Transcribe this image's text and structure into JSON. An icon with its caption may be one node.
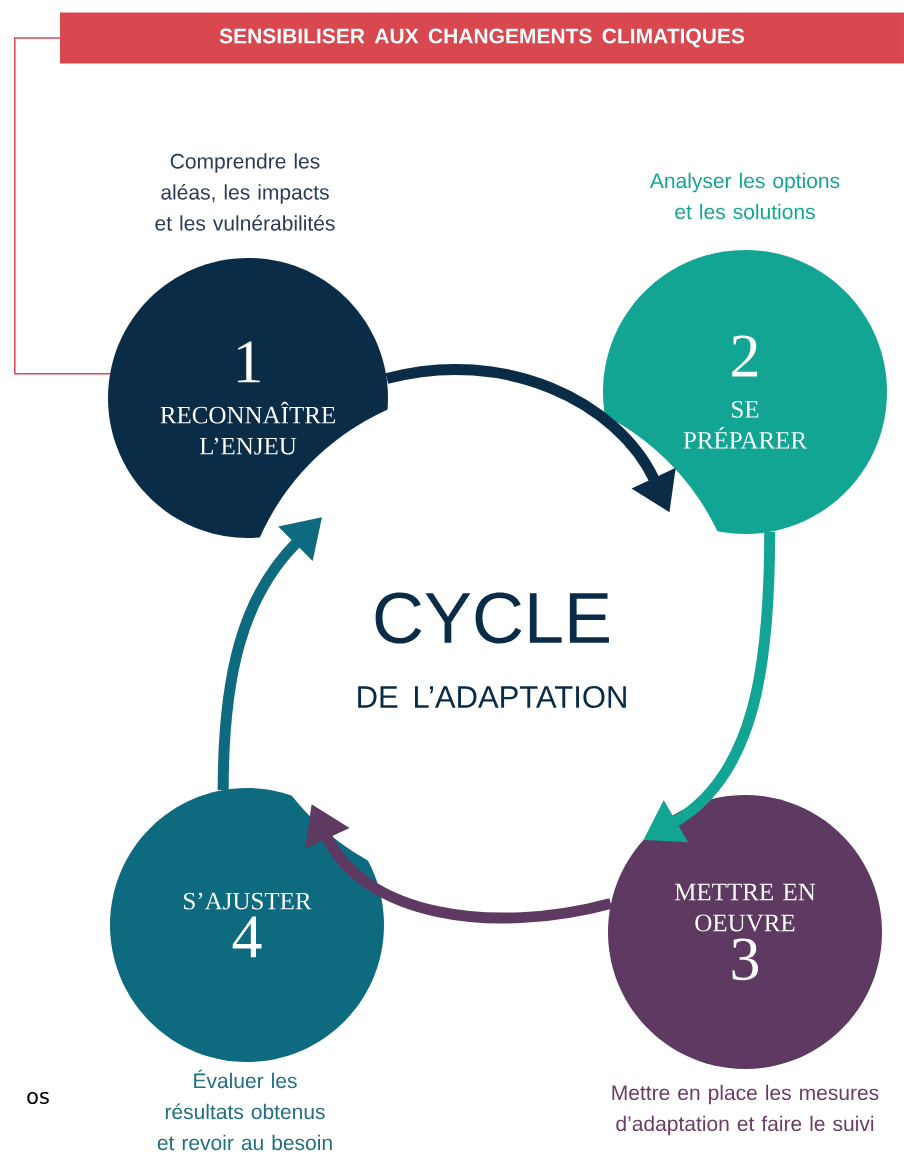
{
  "diagram": {
    "nodes": [
      {
        "text": [
          "SENSIBILISER AUX CHANGEMENTS CLIMATIQUES"
        ]
      },
      {
        "text": [
          "1",
          "RECONNAÎTRE L’ENJEU"
        ],
        "beside": [
          "Comprendre les aléas, les impacts et les vulnérabilités"
        ]
      },
      {
        "text": [
          "2",
          "SE PRÉPARER"
        ],
        "beside": [
          "Analyser les options et les solutions"
        ]
      },
      {
        "text": [
          "METTRE EN OEUVRE",
          "3"
        ],
        "beside": [
          "Mettre en place les mesures d’adaptation et faire le suivi"
        ]
      },
      {
        "text": [
          "S’AJUSTER",
          "4"
        ],
        "beside": [
          "Évaluer les résultats obtenus et revoir au besoin"
        ]
      }
    ],
    "edges": [
      {
        "from": 0,
        "to": 1,
        "arrow": "none",
        "color": "#d9474f"
      },
      {
        "from": 1,
        "to": 2,
        "arrow": "to",
        "color": "#0b2c47"
      },
      {
        "from": 2,
        "to": 3,
        "arrow": "to",
        "color": "#12a593"
      },
      {
        "from": 3,
        "to": 4,
        "arrow": "to",
        "color": "#5e3a63"
      },
      {
        "from": 4,
        "to": 1,
        "arrow": "to",
        "color": "#0e6a7e"
      }
    ],
    "labels": [
      "CYCLE",
      "DE L’ADAPTATION",
      "os"
    ]
  }
}
